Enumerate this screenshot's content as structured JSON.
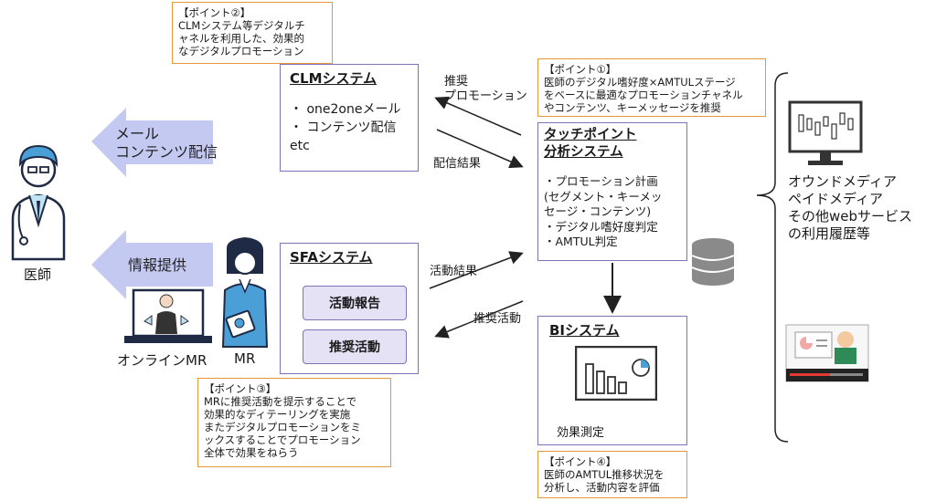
{
  "colors": {
    "box_border": "#7c74b8",
    "note_border": "#e8963a",
    "arrow_fill": "#c4c9f2",
    "button_fill": "#e6e2f6"
  },
  "notes": {
    "point2": "【ポイント②】\nCLMシステム等デジタルチ\nャネルを利用した、効果的\nなデジタルプロモーション",
    "point1": "【ポイント①】\n医師のデジタル嗜好度×AMTULステージ\nをベースに最適なプロモーションチャネル\nやコンテンツ、キーメッセージを推奨",
    "point3": "【ポイント③】\nMRに推奨活動を提示することで\n効果的なディテーリングを実施\nまたデジタルプロモーションをミ\nックスすることでプロモーション\n全体で効果をねらう",
    "point4": "【ポイント④】\n医師のAMTUL推移状況を\n分析し、活動内容を評価"
  },
  "clm": {
    "title": "CLMシステム",
    "items": "・ one2oneメール\n・ コンテンツ配信\netc"
  },
  "sfa": {
    "title": "SFAシステム",
    "btn1": "活動報告",
    "btn2": "推奨活動"
  },
  "touch": {
    "title": "タッチポイント\n分析システム",
    "items": "・プロモーション計画\n(セグメント・キーメッ\nセージ・コンテンツ)\n・デジタル嗜好度判定\n・AMTUL判定"
  },
  "bi": {
    "title": "BIシステム",
    "caption": "効果測定"
  },
  "arrows": {
    "recommend_promo": "推奨\nプロモーション",
    "delivery_result": "配信結果",
    "activity_result": "活動結果",
    "recommend_activity": "推奨活動"
  },
  "left": {
    "mail_arrow": "メール\nコンテンツ配信",
    "info_arrow": "情報提供",
    "doctor_label": "医師",
    "online_mr_label": "オンラインMR",
    "mr_label": "MR"
  },
  "media": {
    "text": "オウンドメディア\nペイドメディア\nその他webサービス\nの利用履歴等"
  },
  "icons": [
    "doctor-icon",
    "online-mr-icon",
    "mr-icon",
    "database-icon",
    "monitor-chart-icon",
    "video-player-icon",
    "bar-chart-icon"
  ]
}
